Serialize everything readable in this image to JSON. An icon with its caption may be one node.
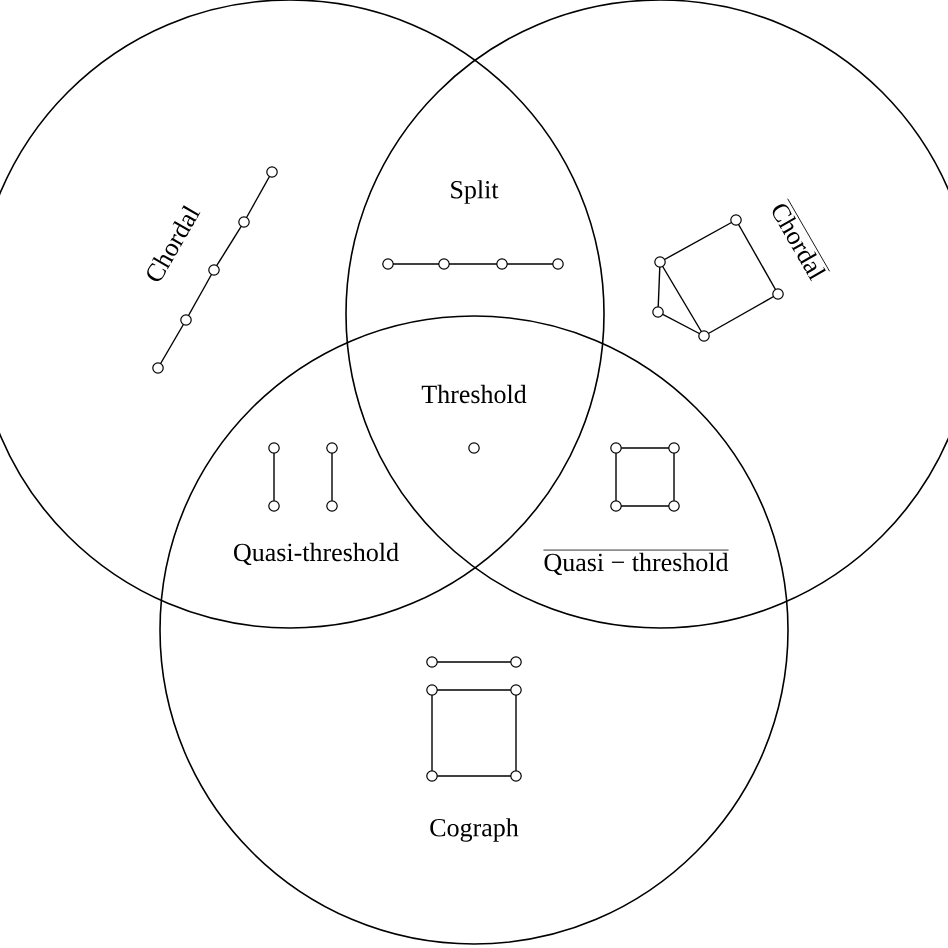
{
  "diagram": {
    "nodes": [
      {
        "text": [],
        "shape": "circle"
      },
      {
        "text": [],
        "shape": "circle"
      },
      {
        "text": [],
        "shape": "circle"
      }
    ],
    "labels": [
      "Chordal",
      "Split",
      "Chordal",
      "Threshold",
      "Quasi-threshold",
      "Quasi − threshold",
      "Cograph"
    ]
  }
}
